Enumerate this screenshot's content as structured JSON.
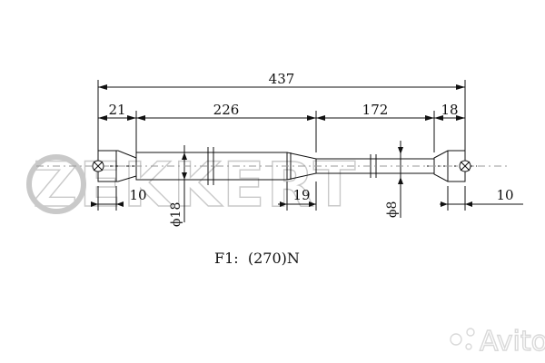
{
  "watermark": {
    "brand": "ZEKKERT",
    "marketplace": "Avito"
  },
  "dimensions": {
    "overall_length": "437",
    "left_end_length": "21",
    "body_length": "226",
    "rod_length": "172",
    "right_end_length": "18",
    "left_end_offset": "10",
    "body_end_length": "19",
    "right_end_offset": "10",
    "body_diameter": "ϕ18",
    "rod_diameter": "ϕ8"
  },
  "force_label": "F1:  (270)N"
}
